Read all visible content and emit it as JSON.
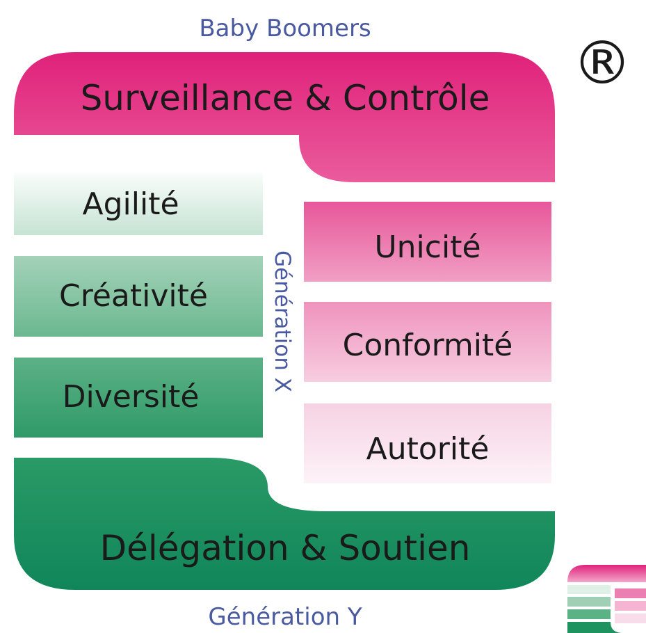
{
  "diagram": {
    "top_label": "Baby Boomers",
    "middle_label": "Génération X",
    "bottom_label": "Génération Y",
    "registered_mark": "®",
    "top_bar": "Surveillance & Contrôle",
    "bottom_bar": "Délégation & Soutien",
    "left_items": [
      "Agilité",
      "Créativité",
      "Diversité"
    ],
    "right_items": [
      "Unicité",
      "Conformité",
      "Autorité"
    ]
  },
  "colors": {
    "pink": "#e0247a",
    "green": "#1e9360",
    "blue_text": "#4a5aa0",
    "dark_text": "#1a1a1a"
  }
}
